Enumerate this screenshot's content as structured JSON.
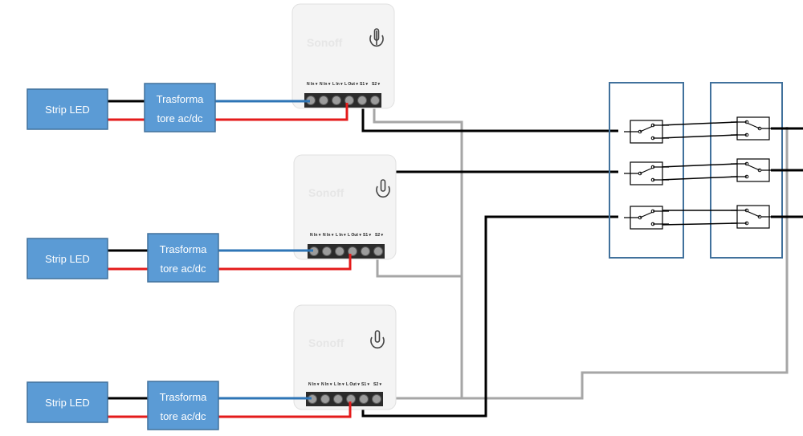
{
  "led_label": "Strip LED",
  "transformer_label_line1": "Trasforma",
  "transformer_label_line2": "tore ac/dc",
  "module_brand": "Sonoff",
  "terminal_labels": [
    "N In",
    "N In",
    "L In",
    "L Out",
    "S1",
    "S2"
  ],
  "module_count": 3,
  "switch_panel_count": 2,
  "switches_per_panel": 3,
  "colors": {
    "box_fill": "#5b9bd5",
    "box_stroke": "#41719c",
    "wire_black": "#000000",
    "wire_red": "#e41b1b",
    "wire_blue": "#2e75b6",
    "wire_gray": "#a6a6a6",
    "panel_stroke": "#41719c"
  },
  "icons": {
    "module_symbol": "power-symbol-icon",
    "switch_symbol": "two-way-switch-icon"
  }
}
